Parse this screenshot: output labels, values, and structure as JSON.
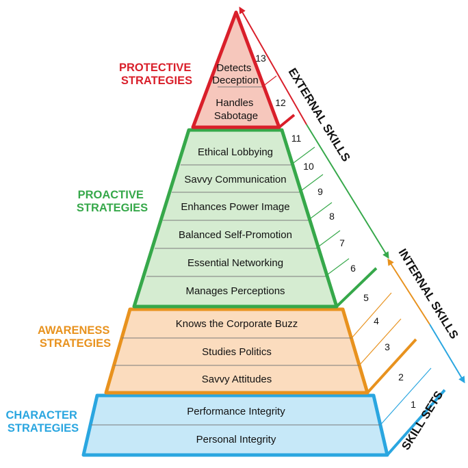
{
  "colors": {
    "protective": "#d91f2a",
    "protective_fill": "#f6c7bc",
    "proactive": "#36a84a",
    "proactive_fill": "#d5ecd1",
    "awareness": "#e8921e",
    "awareness_fill": "#fbdcbe",
    "character": "#2aa6e0",
    "character_fill": "#c6e8f8",
    "divider": "#7a7a7a"
  },
  "categories": {
    "protective": [
      "PROTECTIVE",
      "STRATEGIES"
    ],
    "proactive": [
      "PROACTIVE",
      "STRATEGIES"
    ],
    "awareness": [
      "AWARENESS",
      "STRATEGIES"
    ],
    "character": [
      "CHARACTER",
      "STRATEGIES"
    ]
  },
  "levels": {
    "detects_deception": [
      "Detects",
      "Deception"
    ],
    "handles_sabotage": [
      "Handles",
      "Sabotage"
    ],
    "ethical_lobbying": "Ethical Lobbying",
    "savvy_communication": "Savvy Communication",
    "enhances_power_image": "Enhances Power Image",
    "balanced_self_promotion": "Balanced Self-Promotion",
    "essential_networking": "Essential Networking",
    "manages_perceptions": "Manages Perceptions",
    "knows_corporate_buzz": "Knows the Corporate Buzz",
    "studies_politics": "Studies Politics",
    "savvy_attitudes": "Savvy Attitudes",
    "performance_integrity": "Performance Integrity",
    "personal_integrity": "Personal Integrity"
  },
  "numbers": [
    "1",
    "2",
    "3",
    "4",
    "5",
    "6",
    "7",
    "8",
    "9",
    "10",
    "11",
    "12",
    "13"
  ],
  "side_labels": {
    "external": "EXTERNAL SKILLS",
    "internal": "INTERNAL SKILLS",
    "skill_sets": "SKILL SETS"
  }
}
